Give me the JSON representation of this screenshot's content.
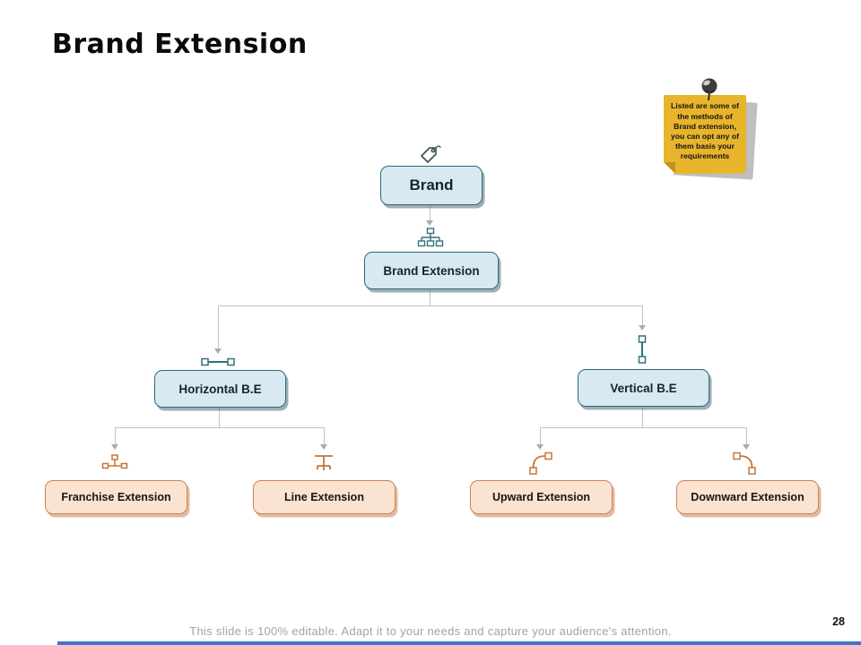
{
  "slide": {
    "title": "Brand Extension",
    "page_number": "28",
    "footer": "This slide is 100% editable. Adapt it to your needs and capture your audience's attention.",
    "accent_bar_color": "#4472C4"
  },
  "sticky_note": {
    "text": "Listed are some of the methods of Brand extension, you can opt any of them basis your requirements",
    "color": "#E7B42C",
    "pin_icon": "pushpin-icon"
  },
  "diagram": {
    "colors": {
      "blue_fill": "#D9E9F1",
      "blue_border": "#2F6878",
      "orange_fill": "#FBE3D1",
      "orange_border": "#CB8256",
      "connector": "#C2C2C2",
      "teal_icon": "#35707E",
      "orange_icon": "#C4763B"
    },
    "nodes": [
      {
        "label": "Brand",
        "icon": "tag-icon",
        "style": "blue"
      },
      {
        "label": "Brand Extension",
        "icon": "org-chart-icon",
        "style": "blue"
      },
      {
        "label": "Horizontal B.E",
        "icon": "horizontal-link-icon",
        "style": "blue"
      },
      {
        "label": "Vertical B.E",
        "icon": "vertical-link-icon",
        "style": "blue"
      },
      {
        "label": "Franchise Extension",
        "icon": "franchise-hierarchy-icon",
        "style": "orange"
      },
      {
        "label": "Line Extension",
        "icon": "line-tee-icon",
        "style": "orange"
      },
      {
        "label": "Upward Extension",
        "icon": "curve-up-icon",
        "style": "orange"
      },
      {
        "label": "Downward Extension",
        "icon": "curve-down-icon",
        "style": "orange"
      }
    ]
  }
}
